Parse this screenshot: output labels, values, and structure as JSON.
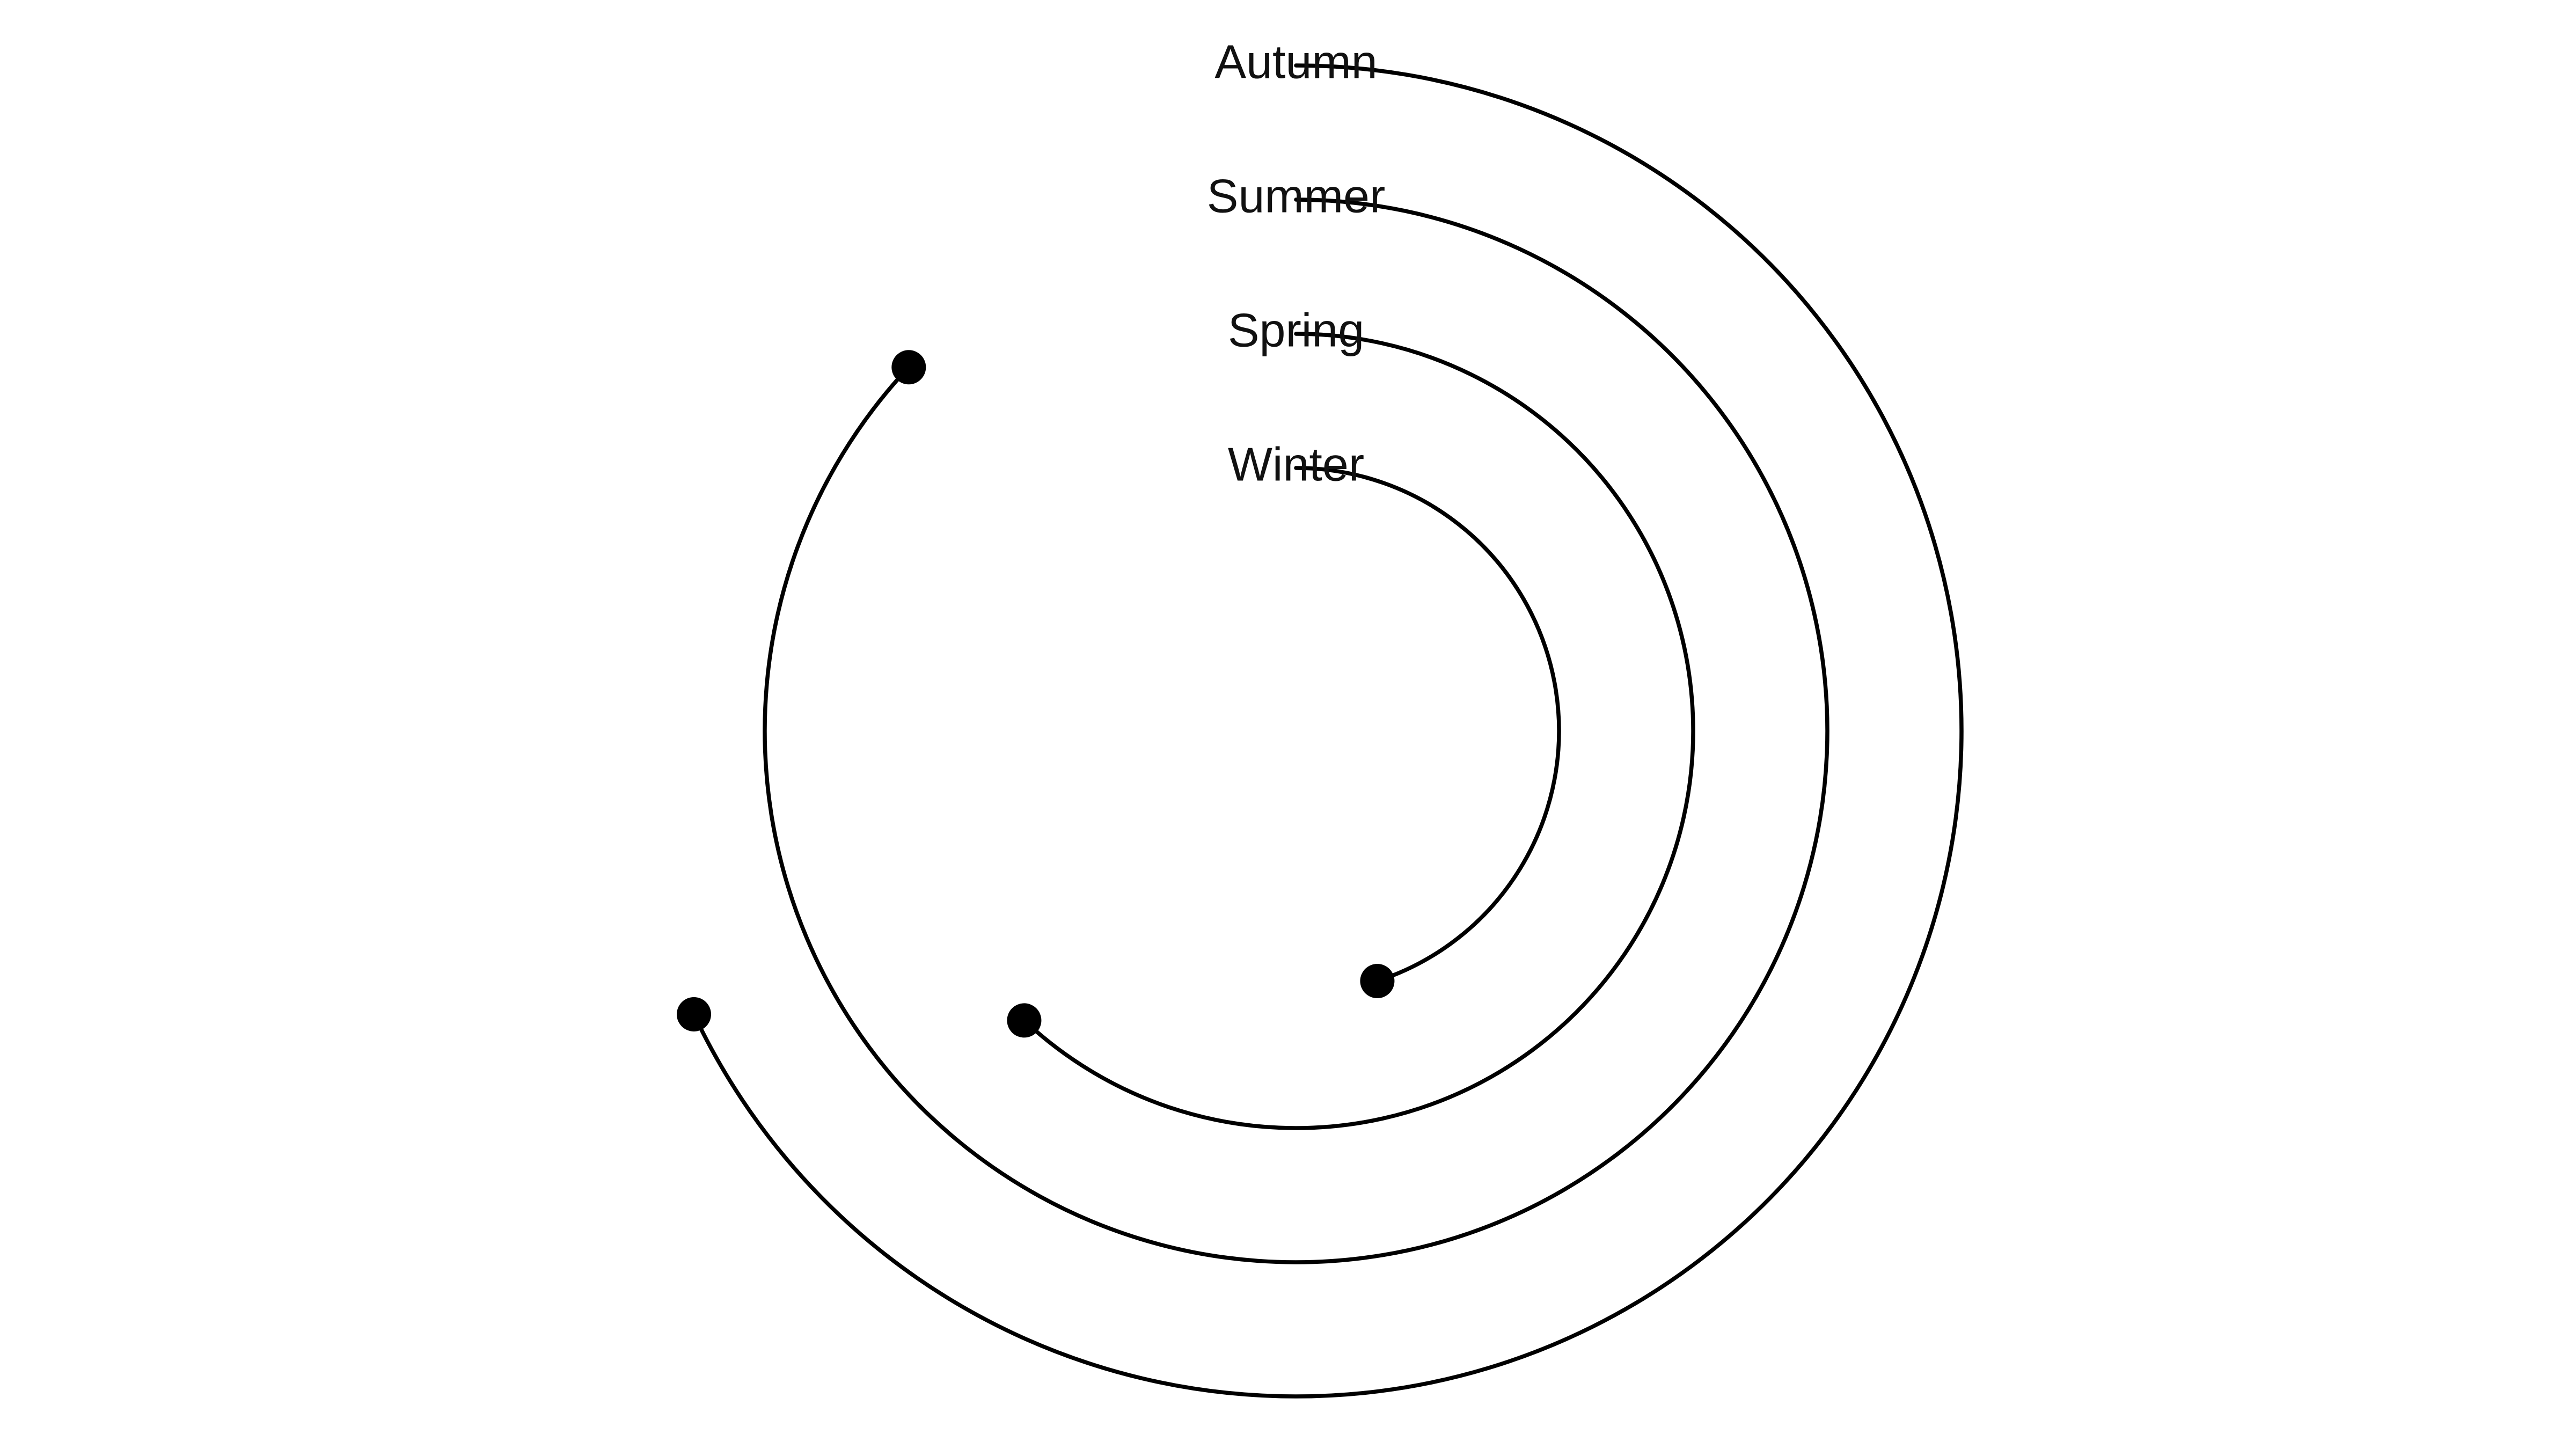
{
  "chart_data": {
    "type": "radial-bar",
    "title": "",
    "categories": [
      "Winter",
      "Spring",
      "Summer",
      "Autumn"
    ],
    "values": [
      0.45,
      0.62,
      0.87,
      0.68
    ],
    "value_unit": "fraction of full circle",
    "direction": "clockwise from top",
    "end_markers": true,
    "legend": "none",
    "grid": false,
    "colors": {
      "stroke": "#000000",
      "label": "#111111",
      "background": "#ffffff"
    }
  }
}
